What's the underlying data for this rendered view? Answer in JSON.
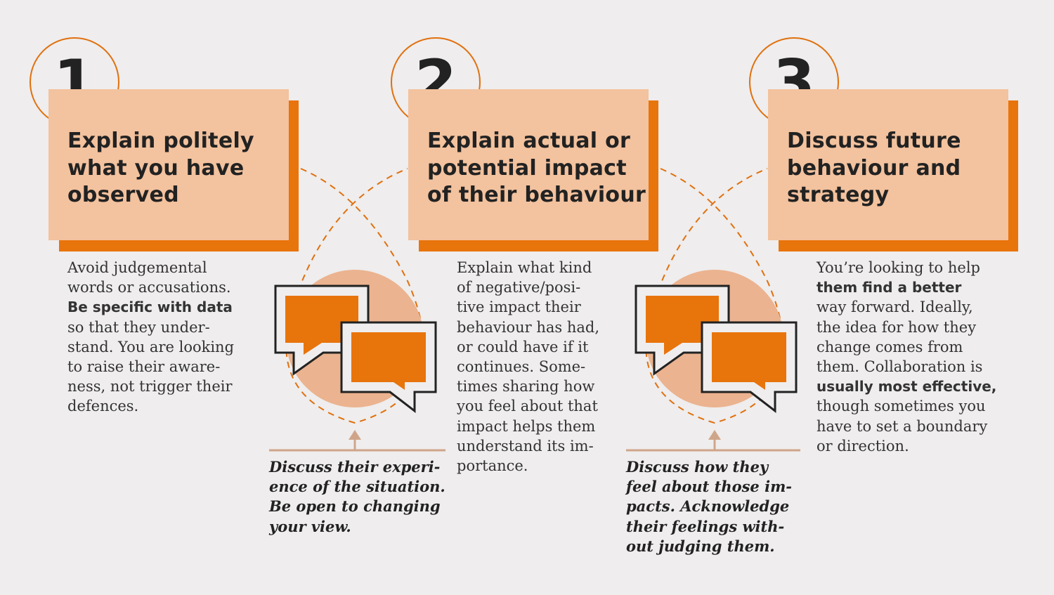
{
  "steps": [
    {
      "number": "1",
      "title_lines": [
        "Explain politely",
        "what you have",
        "observed"
      ],
      "body": [
        {
          "text": "Avoid judgemental",
          "bold": false
        },
        {
          "text": "words or accusations.",
          "bold": false
        },
        {
          "text": "Be specific with data",
          "bold": true
        },
        {
          "text": "so that they under-",
          "bold": false
        },
        {
          "text": "stand. You are looking",
          "bold": false
        },
        {
          "text": "to raise their aware-",
          "bold": false
        },
        {
          "text": "ness, not trigger their",
          "bold": false
        },
        {
          "text": "defences.",
          "bold": false
        }
      ]
    },
    {
      "number": "2",
      "title_lines": [
        "Explain actual or",
        "potential impact",
        "of their behaviour"
      ],
      "body": [
        {
          "text": "Explain what kind",
          "bold": false
        },
        {
          "text": "of negative/posi-",
          "bold": false
        },
        {
          "text": "tive impact their",
          "bold": false
        },
        {
          "text": "behaviour has had,",
          "bold": false
        },
        {
          "text": "or could have if it",
          "bold": false
        },
        {
          "text": "continues. Some-",
          "bold": false
        },
        {
          "text": "times sharing how",
          "bold": false
        },
        {
          "text": "you feel about that",
          "bold": false
        },
        {
          "text": "impact helps them",
          "bold": false
        },
        {
          "text": "understand its im-",
          "bold": false
        },
        {
          "text": "portance.",
          "bold": false
        }
      ]
    },
    {
      "number": "3",
      "title_lines": [
        "Discuss future",
        "behaviour and",
        "strategy"
      ],
      "body": [
        {
          "text": "You’re looking to help",
          "bold": false
        },
        {
          "text": "them find a better",
          "bold": true
        },
        {
          "text": "way forward. Ideally,",
          "bold": false
        },
        {
          "text": "the idea for how they",
          "bold": false
        },
        {
          "text": "change comes from",
          "bold": false
        },
        {
          "text": "them. Collaboration is",
          "bold": false
        },
        {
          "text": "usually most effective,",
          "bold": true
        },
        {
          "text": "though sometimes you",
          "bold": false
        },
        {
          "text": "have to set a boundary",
          "bold": false
        },
        {
          "text": "or direction.",
          "bold": false
        }
      ]
    }
  ],
  "dialogues": [
    {
      "icon": "speech-bubbles-icon",
      "caption_lines": [
        "Discuss their experi-",
        "ence of the situation.",
        "Be open to changing",
        "your view."
      ]
    },
    {
      "icon": "speech-bubbles-icon",
      "caption_lines": [
        "Discuss how they",
        "feel about those im-",
        "pacts. Acknowledge",
        "their feelings with-",
        "out judging them."
      ]
    }
  ],
  "colors": {
    "background": "#efeded",
    "accent_orange": "#e8740c",
    "box_peach": "#f3c29e",
    "circle_fill": "#ebb38f",
    "connector_tan": "#cfa58a",
    "text_dark": "#222222"
  }
}
